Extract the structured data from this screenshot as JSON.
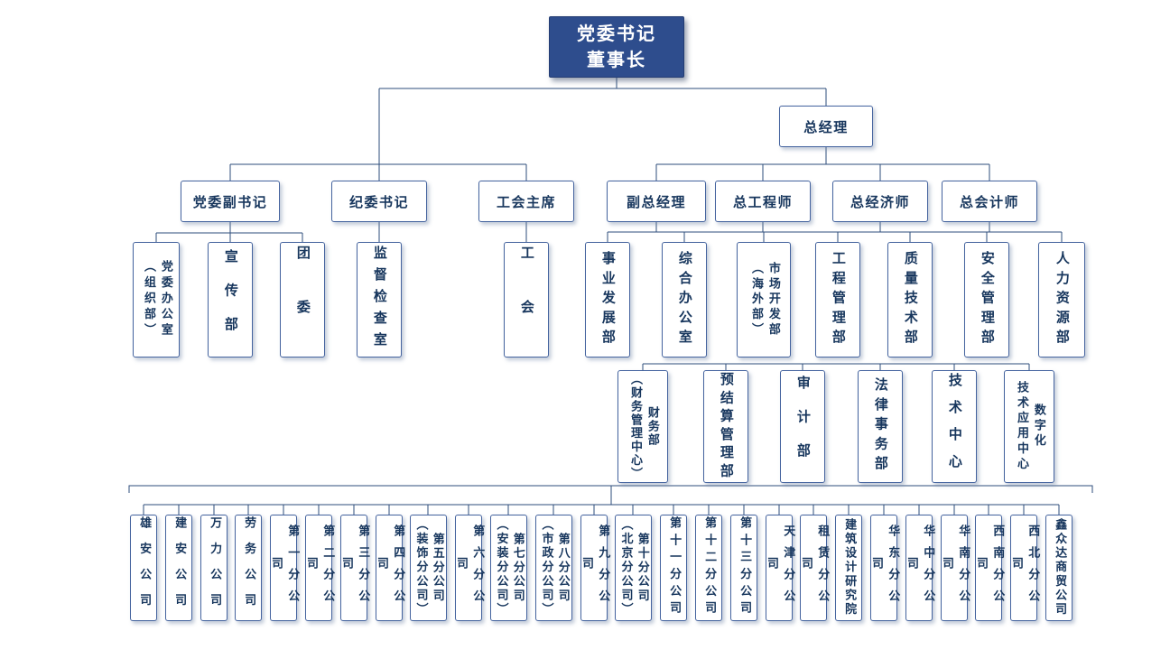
{
  "palette": {
    "root_fill": "#2e4d8d",
    "root_text": "#ffffff",
    "box_border": "#44639e",
    "box_text": "#17365d",
    "connector_line": "#2e4d7b",
    "background": "#ffffff"
  },
  "chart": {
    "type": "org-chart",
    "root": "党委书记\n董事长",
    "general_manager": "总经理",
    "level2_left": [
      "党委副书记",
      "纪委书记",
      "工会主席"
    ],
    "level2_right": [
      "副总经理",
      "总工程师",
      "总经济师",
      "总会计师"
    ],
    "left_offices": [
      "党委办公室\n（组织部）",
      "宣传部",
      "团委",
      "监督检查室",
      "工会"
    ],
    "departments_row1": [
      "事业发展部",
      "综合办公室",
      "市场开发部\n（海外部）",
      "工程管理部",
      "质量技术部",
      "安全管理部",
      "人力资源部"
    ],
    "departments_row2": [
      "财务部\n（财务管理中心）",
      "预结算管理部",
      "审计部",
      "法律事务部",
      "技术中心",
      "数字化\n技术应用中心"
    ],
    "companies": [
      "雄安公司",
      "建安公司",
      "万力公司",
      "劳务公司",
      "第一分公司",
      "第二分公司",
      "第三分公司",
      "第四分公司",
      "第五分公司\n（装饰分公司）",
      "第六分公司",
      "第七分公司\n（安装分公司）",
      "第八分公司\n（市政分公司）",
      "第九分公司",
      "第十分公司\n（北京分公司）",
      "第十一分公司",
      "第十二分公司",
      "第十三分公司",
      "天津分公司",
      "租赁分公司",
      "建筑设计研究院",
      "华东分公司",
      "华中分公司",
      "华南分公司",
      "西南分公司",
      "西北分公司",
      "鑫众达商贸公司"
    ]
  }
}
